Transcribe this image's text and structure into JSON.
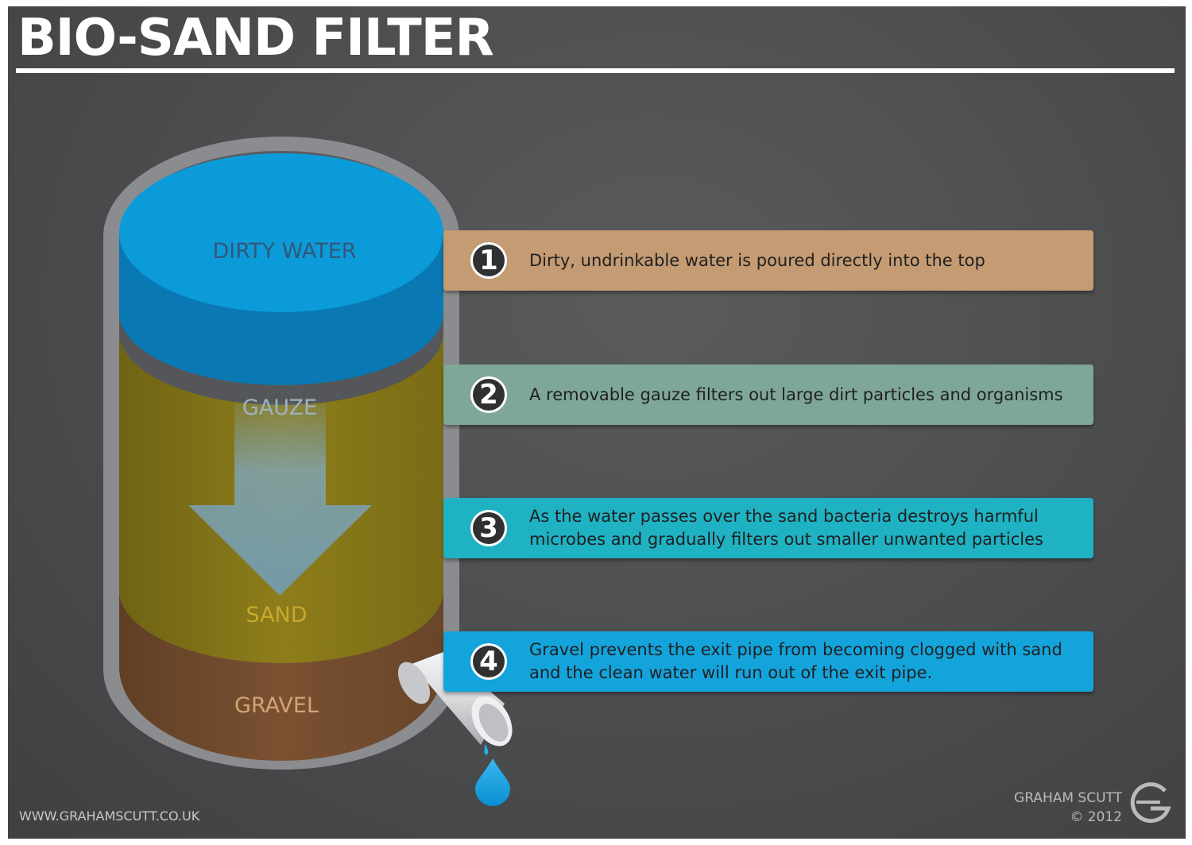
{
  "title": "BIO-SAND FILTER",
  "layers": {
    "dirty_water": "DIRTY WATER",
    "gauze": "GAUZE",
    "sand": "SAND",
    "gravel": "GRAVEL"
  },
  "steps": [
    {
      "number": "1",
      "text": "Dirty, undrinkable water is poured directly into the top",
      "color": "#c49b72"
    },
    {
      "number": "2",
      "text": "A removable gauze filters out large dirt particles and organisms",
      "color": "#7fa797"
    },
    {
      "number": "3",
      "text": "As the water passes over the sand bacteria destroys harmful microbes and gradually filters out smaller unwanted particles",
      "color": "#1fb2c3"
    },
    {
      "number": "4",
      "text": "Gravel prevents the exit pipe from becoming clogged with sand and the clean water will run out of the exit pipe.",
      "color": "#14a4dc"
    }
  ],
  "footer": {
    "url": "WWW.GRAHAMSCUTT.CO.UK",
    "author": "GRAHAM SCUTT",
    "copyright": "© 2012"
  },
  "colors": {
    "water": "#0b9bd9",
    "sand": "#8a7a17",
    "gravel": "#6e4a2c",
    "container": "#8a8b8e",
    "background": "#4b4c4e"
  }
}
